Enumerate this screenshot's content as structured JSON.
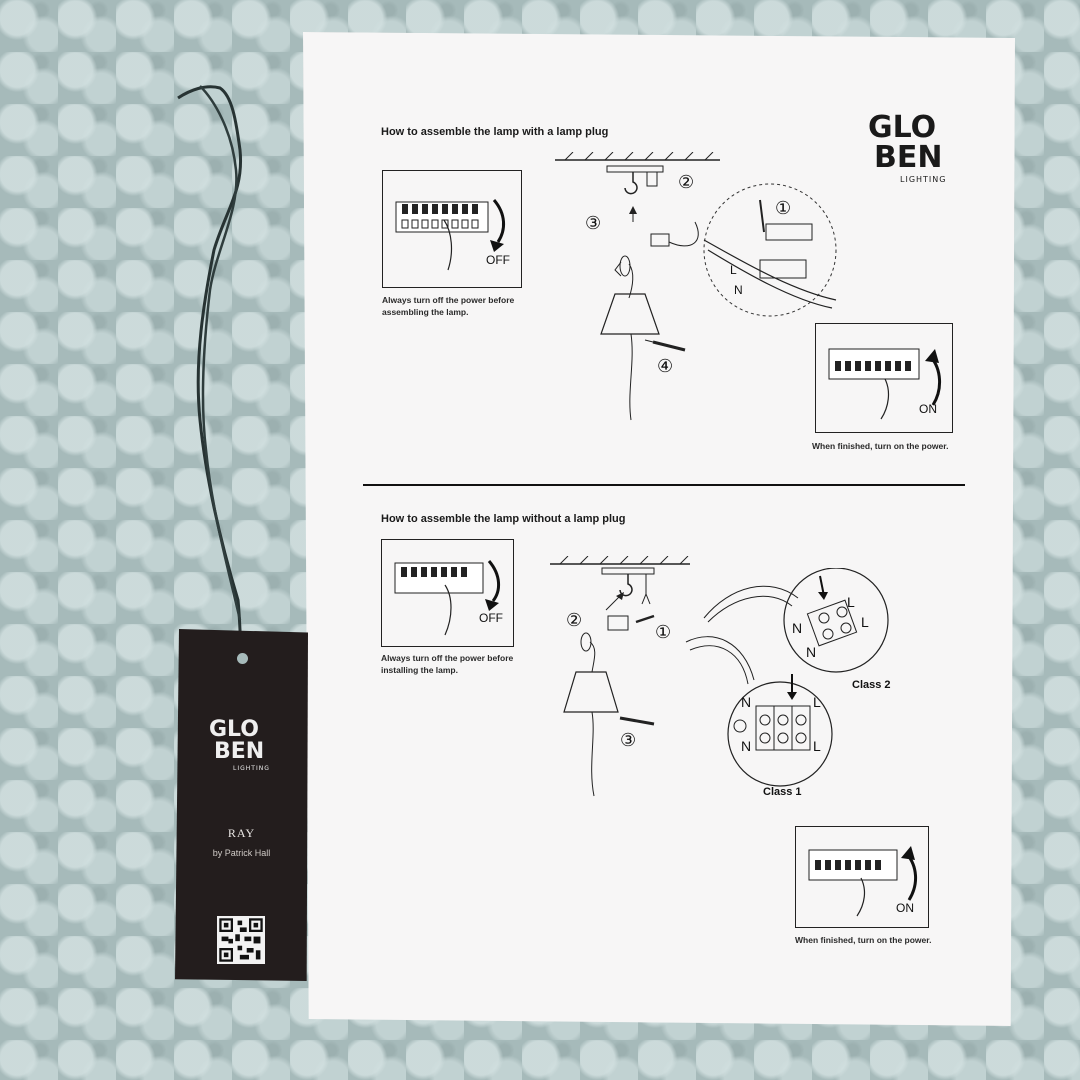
{
  "brand": {
    "logo_line1": "GLO",
    "logo_line2": "BEN",
    "logo_sub": "LIGHTING"
  },
  "sheet": {
    "section1": {
      "title": "How to assemble the lamp with a lamp plug",
      "caption_line1": "Always turn off the power before",
      "caption_line2": "assembling the lamp.",
      "off_label": "OFF",
      "on_label": "ON",
      "step1": "①",
      "step2": "②",
      "step3": "③",
      "step4": "④",
      "label_l": "L",
      "label_n": "N",
      "finish_caption": "When finished, turn on the power."
    },
    "section2": {
      "title": "How to assemble the lamp without a lamp plug",
      "caption_line1": "Always turn off the power before",
      "caption_line2": "installing the lamp.",
      "off_label": "OFF",
      "on_label": "ON",
      "step1": "①",
      "step2": "②",
      "step3": "③",
      "class2_label": "Class 2",
      "class1_label": "Class 1",
      "label_n": "N",
      "label_l": "L",
      "finish_caption": "When finished, turn on the power."
    }
  },
  "hangtag": {
    "product_name": "RAY",
    "designer": "by Patrick Hall"
  },
  "colors": {
    "background": "#a6baba",
    "paper": "#f7f6f6",
    "tag": "#231d1d"
  }
}
